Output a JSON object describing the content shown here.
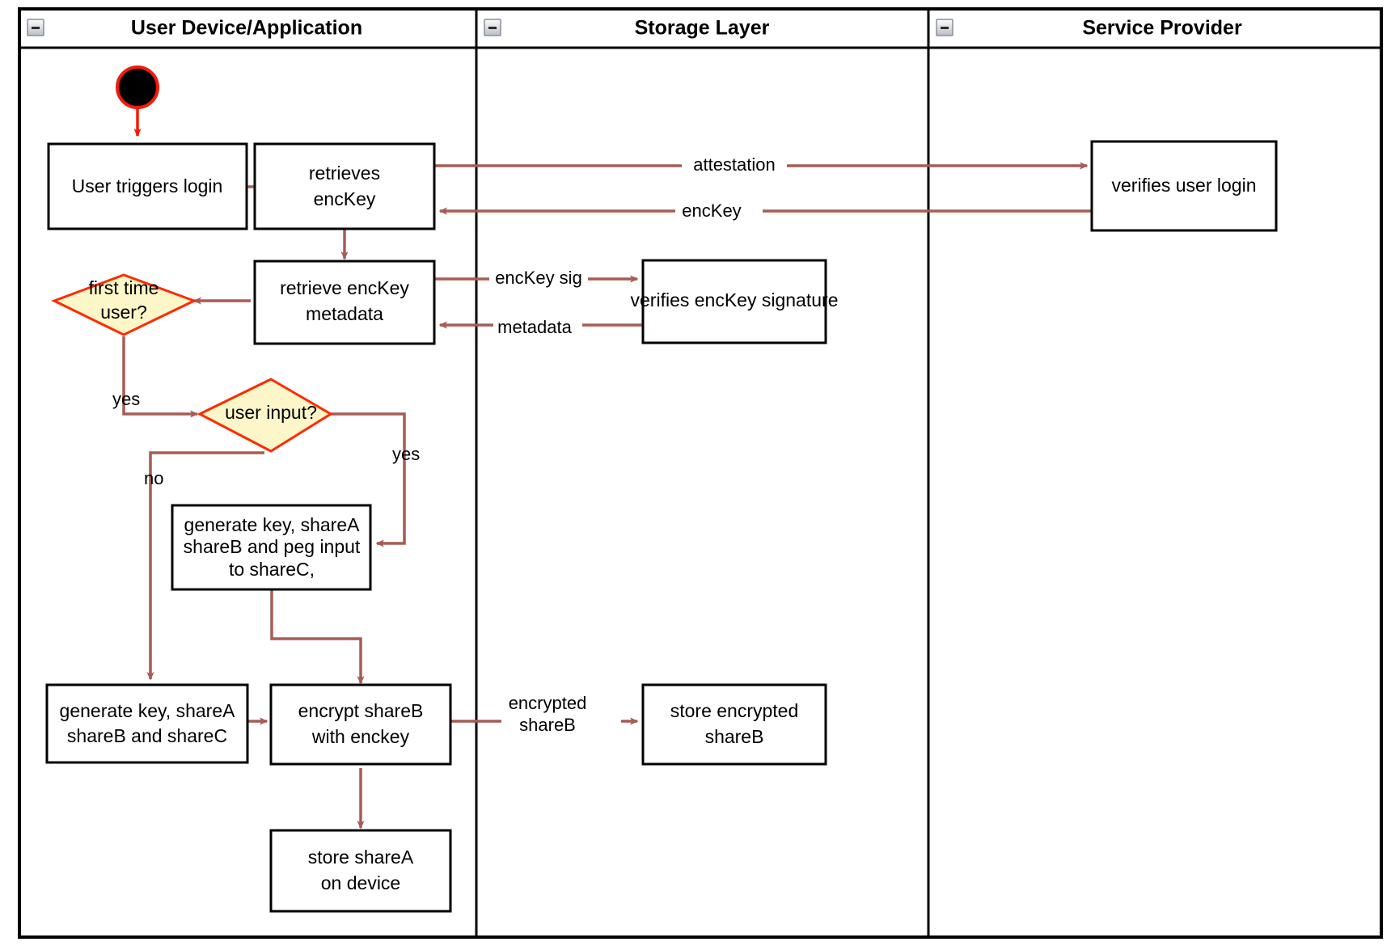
{
  "diagram": {
    "type": "uml-activity-swimlane",
    "title": "",
    "colors": {
      "flow_arrow": "#a65c55",
      "start_arrow": "#f41a09",
      "decision_fill": "#fdf6c9",
      "decision_stroke": "#ff2a00",
      "node_stroke": "#000000",
      "node_fill": "#ffffff",
      "frame": "#000000",
      "collapse_icon": "#c8ccd4"
    },
    "lanes": [
      {
        "id": "lane-user-device",
        "title": "User Device/Application",
        "collapse_icon": "minus-box-icon"
      },
      {
        "id": "lane-storage",
        "title": "Storage Layer",
        "collapse_icon": "minus-box-icon"
      },
      {
        "id": "lane-service",
        "title": "Service Provider",
        "collapse_icon": "minus-box-icon"
      }
    ],
    "nodes": [
      {
        "id": "start",
        "kind": "initial-node",
        "lane": "lane-user-device",
        "label": ""
      },
      {
        "id": "user-triggers-login",
        "kind": "action",
        "lane": "lane-user-device",
        "label": "User triggers login",
        "lines": [
          "User triggers login"
        ]
      },
      {
        "id": "retrieves-enckey",
        "kind": "action",
        "lane": "lane-user-device",
        "label": "retrieves encKey",
        "lines": [
          "retrieves",
          "encKey"
        ]
      },
      {
        "id": "retrieve-enckey-metadata",
        "kind": "action",
        "lane": "lane-user-device",
        "label": "retrieve encKey metadata",
        "lines": [
          "retrieve encKey",
          "metadata"
        ]
      },
      {
        "id": "first-time-user",
        "kind": "decision",
        "lane": "lane-user-device",
        "label": "first time user?",
        "lines": [
          "first time",
          "user?"
        ]
      },
      {
        "id": "user-input",
        "kind": "decision",
        "lane": "lane-user-device",
        "label": "user input?",
        "lines": [
          "user input?"
        ]
      },
      {
        "id": "generate-peg-input",
        "kind": "action",
        "lane": "lane-user-device",
        "label": "generate key, shareA shareB and peg input to shareC,",
        "lines": [
          "generate key, shareA",
          "shareB and peg input",
          "to shareC,"
        ]
      },
      {
        "id": "generate-shares",
        "kind": "action",
        "lane": "lane-user-device",
        "label": "generate key, shareA shareB and shareC",
        "lines": [
          "generate key, shareA",
          "shareB and shareC"
        ]
      },
      {
        "id": "encrypt-shareb",
        "kind": "action",
        "lane": "lane-user-device",
        "label": "encrypt shareB with enckey",
        "lines": [
          "encrypt shareB",
          "with enckey"
        ]
      },
      {
        "id": "store-sharea",
        "kind": "action",
        "lane": "lane-user-device",
        "label": "store shareA on device",
        "lines": [
          "store shareA",
          "on device"
        ]
      },
      {
        "id": "verifies-enckey-signature",
        "kind": "action",
        "lane": "lane-storage",
        "label": "verifies encKey signature",
        "lines": [
          "verifies encKey signature"
        ]
      },
      {
        "id": "store-encrypted-shareb",
        "kind": "action",
        "lane": "lane-storage",
        "label": "store encrypted shareB",
        "lines": [
          "store encrypted",
          "shareB"
        ]
      },
      {
        "id": "verifies-user-login",
        "kind": "action",
        "lane": "lane-service",
        "label": "verifies user login",
        "lines": [
          "verifies user login"
        ]
      }
    ],
    "edges": [
      {
        "id": "e-start",
        "from": "start",
        "to": "user-triggers-login",
        "label": ""
      },
      {
        "id": "e-login-retrieves",
        "from": "user-triggers-login",
        "to": "retrieves-enckey",
        "label": ""
      },
      {
        "id": "e-attestation",
        "from": "retrieves-enckey",
        "to": "verifies-user-login",
        "label": "attestation"
      },
      {
        "id": "e-enckey-back",
        "from": "verifies-user-login",
        "to": "retrieves-enckey",
        "label": "encKey"
      },
      {
        "id": "e-retrieves-metadata",
        "from": "retrieves-enckey",
        "to": "retrieve-enckey-metadata",
        "label": ""
      },
      {
        "id": "e-enckey-sig",
        "from": "retrieve-enckey-metadata",
        "to": "verifies-enckey-signature",
        "label": "encKey sig"
      },
      {
        "id": "e-metadata-back",
        "from": "verifies-enckey-signature",
        "to": "retrieve-enckey-metadata",
        "label": "metadata"
      },
      {
        "id": "e-metadata-first-time",
        "from": "retrieve-enckey-metadata",
        "to": "first-time-user",
        "label": ""
      },
      {
        "id": "e-first-time-yes",
        "from": "first-time-user",
        "to": "user-input",
        "label": "yes"
      },
      {
        "id": "e-user-input-yes",
        "from": "user-input",
        "to": "generate-peg-input",
        "label": "yes"
      },
      {
        "id": "e-user-input-no",
        "from": "user-input",
        "to": "generate-shares",
        "label": "no"
      },
      {
        "id": "e-peg-encrypt",
        "from": "generate-peg-input",
        "to": "encrypt-shareb",
        "label": ""
      },
      {
        "id": "e-shares-encrypt",
        "from": "generate-shares",
        "to": "encrypt-shareb",
        "label": ""
      },
      {
        "id": "e-encrypted-shareb",
        "from": "encrypt-shareb",
        "to": "store-encrypted-shareb",
        "label": "encrypted shareB",
        "label_lines": [
          "encrypted",
          "shareB"
        ]
      },
      {
        "id": "e-encrypt-store",
        "from": "encrypt-shareb",
        "to": "store-sharea",
        "label": ""
      }
    ]
  }
}
